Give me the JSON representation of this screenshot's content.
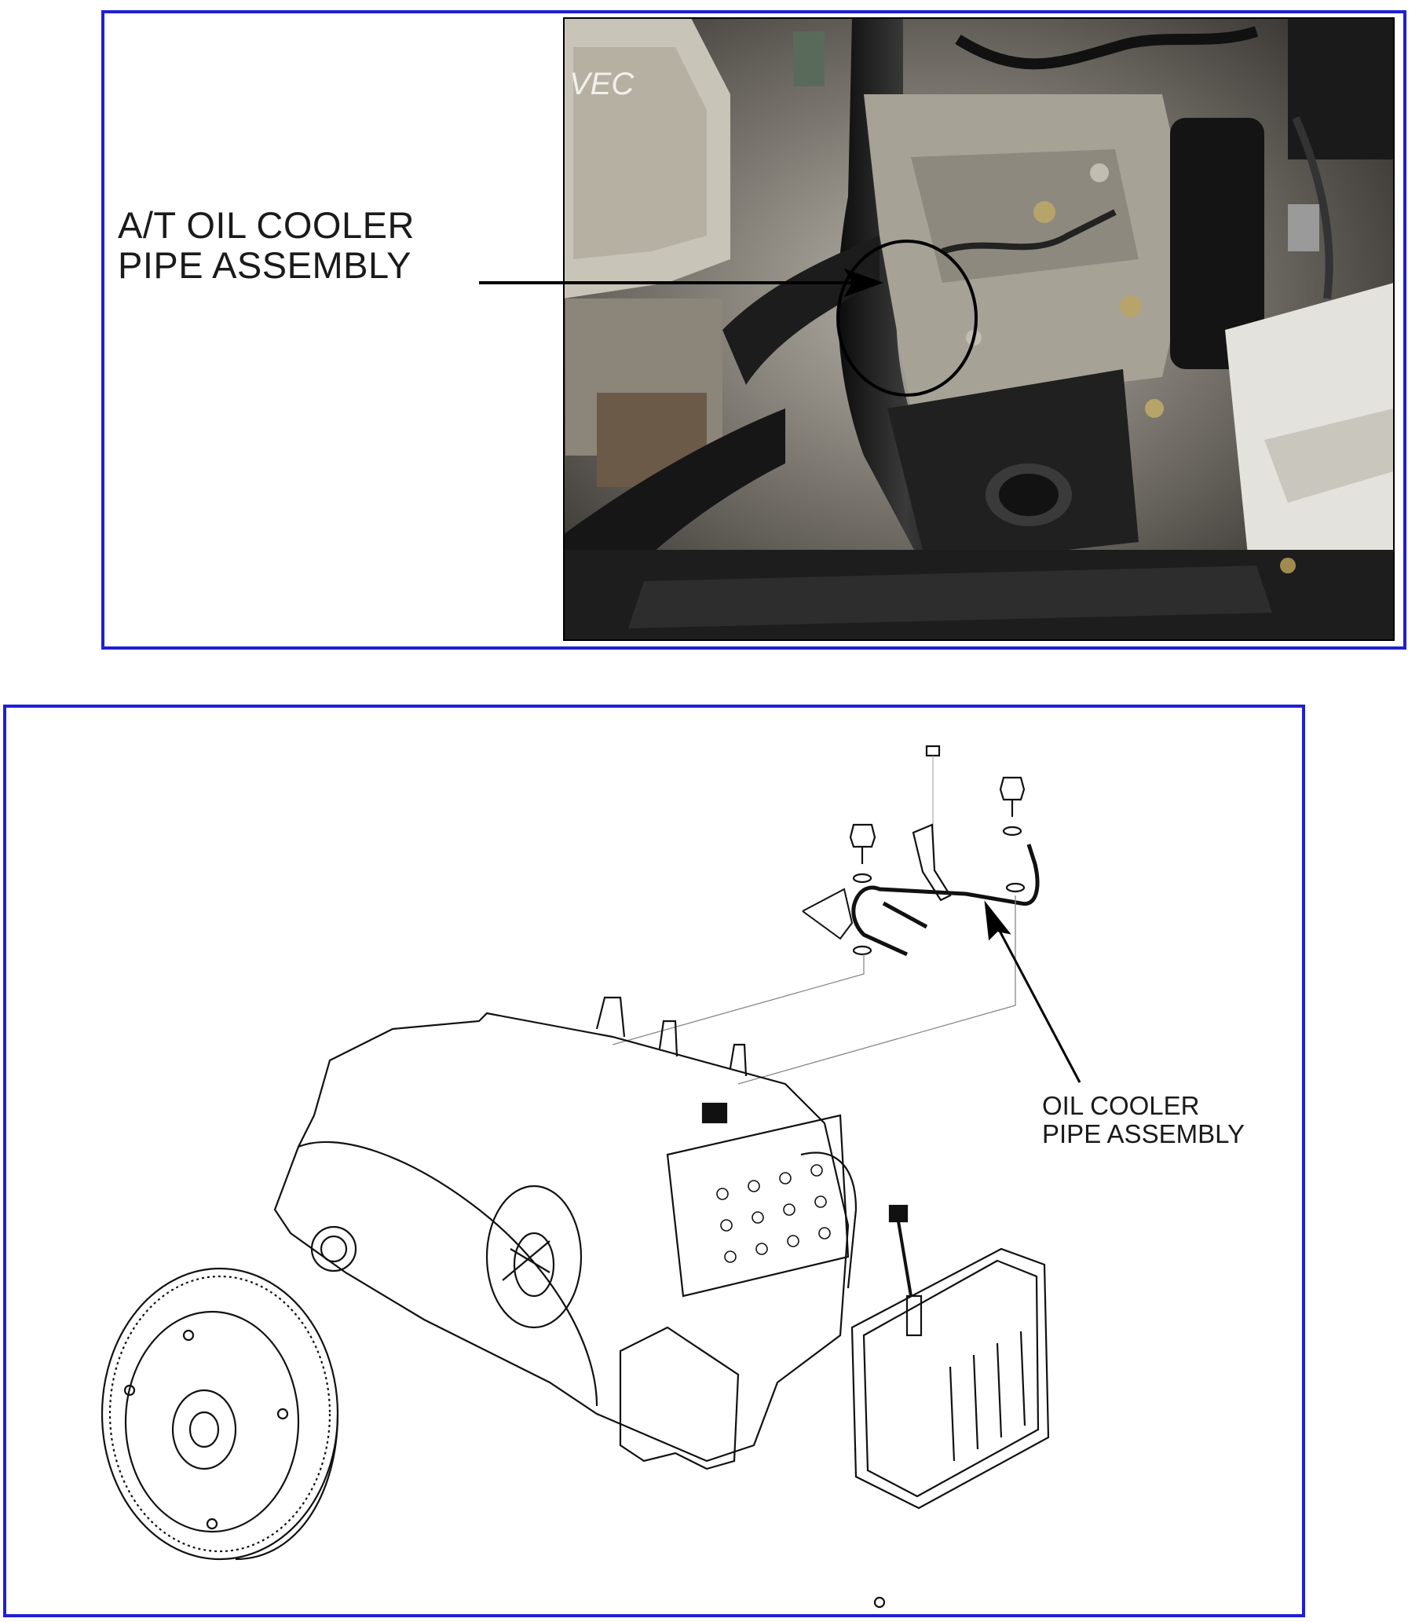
{
  "photo_panel": {
    "callout_lines": [
      "A/T OIL COOLER",
      "PIPE ASSEMBLY"
    ],
    "badge_text": "VEC",
    "colors": {
      "frame": "#1f1fd6",
      "photo_dark": "#1b1b1b",
      "metal": "#9a958a"
    }
  },
  "diagram_panel": {
    "callout_lines": [
      "OIL COOLER",
      "PIPE ASSEMBLY"
    ],
    "components": [
      "oil-cooler-pipe-assembly",
      "transmission-case",
      "torque-converter",
      "oil-pan",
      "dipstick",
      "bolts",
      "sealing-washers"
    ]
  }
}
